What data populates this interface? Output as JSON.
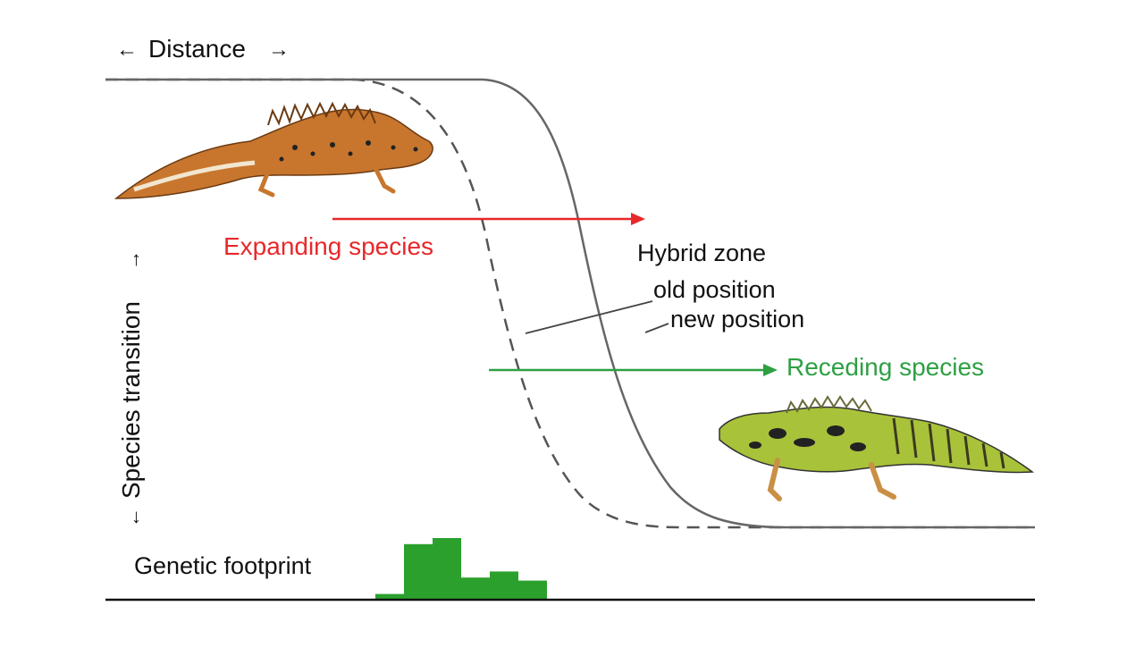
{
  "labels": {
    "distance": "Distance",
    "species_transition": "Species transition",
    "expanding": "Expanding species",
    "receding": "Receding species",
    "hybrid_zone": "Hybrid zone",
    "old_position": "old position",
    "new_position": "new position",
    "genetic_footprint": "Genetic footprint"
  },
  "colors": {
    "expanding": "#e8282b",
    "receding": "#2ea043",
    "footprint": "#2ca02c",
    "old_curve": "#555555",
    "new_curve": "#666666",
    "axis": "#111111",
    "text": "#111111",
    "newt_orange": "#c8762e",
    "newt_green": "#a8c23a"
  },
  "icons": {
    "crested_newt_expanding": "brown-crested-newt-icon",
    "marbled_newt_receding": "green-marbled-newt-icon"
  },
  "footprint": {
    "relative_heights": [
      0.08,
      0.9,
      1.0,
      0.35,
      0.45,
      0.3
    ]
  }
}
